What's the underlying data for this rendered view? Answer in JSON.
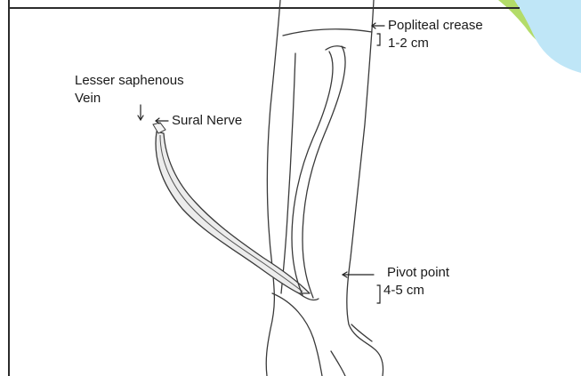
{
  "labels": {
    "popliteal_crease": "Popliteal crease",
    "popliteal_distance": "1-2 cm",
    "lesser_saphenous_line1": "Lesser saphenous",
    "lesser_saphenous_line2": "Vein",
    "sural_nerve": "Sural Nerve",
    "pivot_point": "Pivot point",
    "pivot_distance": "4-5 cm"
  },
  "colors": {
    "line": "#3a3a3a",
    "skin": "#f2f2f2",
    "flap": "#ececec",
    "accent_green": "#a6d64f",
    "accent_blue": "#bfe6f7"
  }
}
